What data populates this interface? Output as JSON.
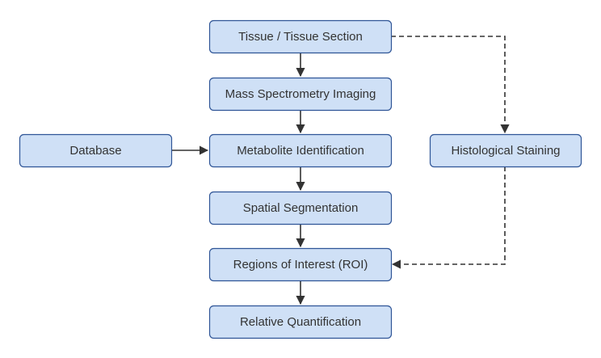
{
  "diagram": {
    "type": "flowchart",
    "colors": {
      "node_fill": "#cfe0f6",
      "node_border": "#2f5597",
      "text": "#333333",
      "edge": "#333333"
    },
    "nodes": [
      {
        "id": "tissue",
        "label": "Tissue / Tissue Section"
      },
      {
        "id": "msi",
        "label": "Mass Spectrometry Imaging"
      },
      {
        "id": "metabolite",
        "label": "Metabolite Identification"
      },
      {
        "id": "segmentation",
        "label": "Spatial Segmentation"
      },
      {
        "id": "roi",
        "label": "Regions of Interest (ROI)"
      },
      {
        "id": "quant",
        "label": "Relative Quantification"
      },
      {
        "id": "database",
        "label": "Database"
      },
      {
        "id": "histo",
        "label": "Histological Staining"
      }
    ],
    "edges": [
      {
        "from": "tissue",
        "to": "msi",
        "style": "solid"
      },
      {
        "from": "msi",
        "to": "metabolite",
        "style": "solid"
      },
      {
        "from": "database",
        "to": "metabolite",
        "style": "solid"
      },
      {
        "from": "metabolite",
        "to": "segmentation",
        "style": "solid"
      },
      {
        "from": "segmentation",
        "to": "roi",
        "style": "solid"
      },
      {
        "from": "roi",
        "to": "quant",
        "style": "solid"
      },
      {
        "from": "tissue",
        "to": "histo",
        "style": "dashed"
      },
      {
        "from": "histo",
        "to": "roi",
        "style": "dashed"
      }
    ]
  }
}
